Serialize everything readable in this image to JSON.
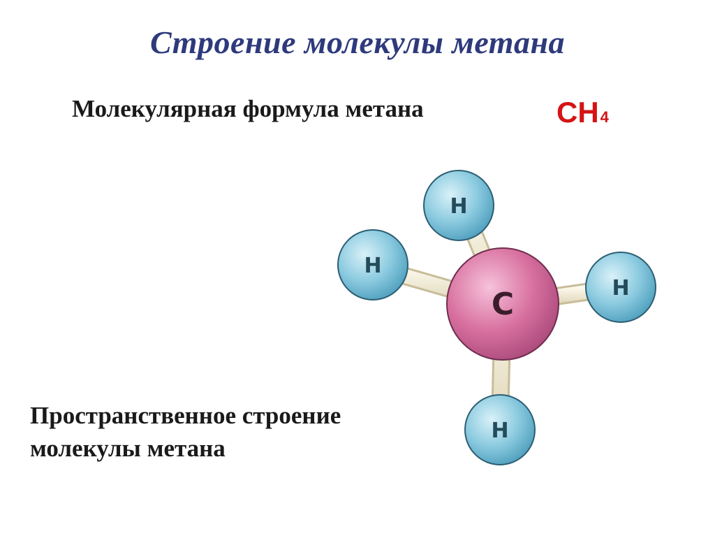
{
  "title": "Строение молекулы метана",
  "formula_label": "Молекулярная формула метана",
  "formula": {
    "main": "CH",
    "subscript": "4"
  },
  "structure_caption": {
    "line1": "Пространственное строение",
    "line2": "молекулы метана"
  },
  "molecule": {
    "central_atom": "C",
    "outer_atoms": [
      "H",
      "H",
      "H",
      "H"
    ],
    "colors": {
      "carbon": "#d36a98",
      "hydrogen": "#7fc3da",
      "bond": "#f1ead3",
      "title": "#2e3a7c",
      "formula": "#d41414"
    }
  }
}
